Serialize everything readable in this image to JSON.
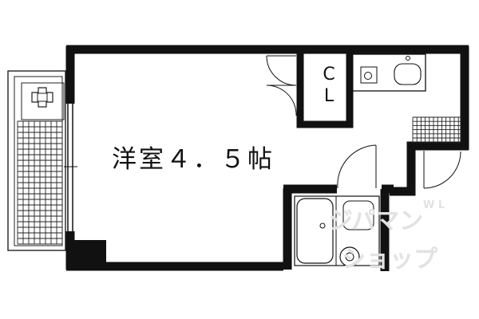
{
  "room": {
    "label": "洋室４．５帖"
  },
  "closet": {
    "line1": "C",
    "line2": "L"
  },
  "watermark": {
    "top": "ジパマン",
    "bottom": "ショップ",
    "mark": "W L"
  },
  "colors": {
    "wall": "#111111",
    "tile": "#222222",
    "background": "#ffffff",
    "watermark": "#e2e2e2"
  }
}
